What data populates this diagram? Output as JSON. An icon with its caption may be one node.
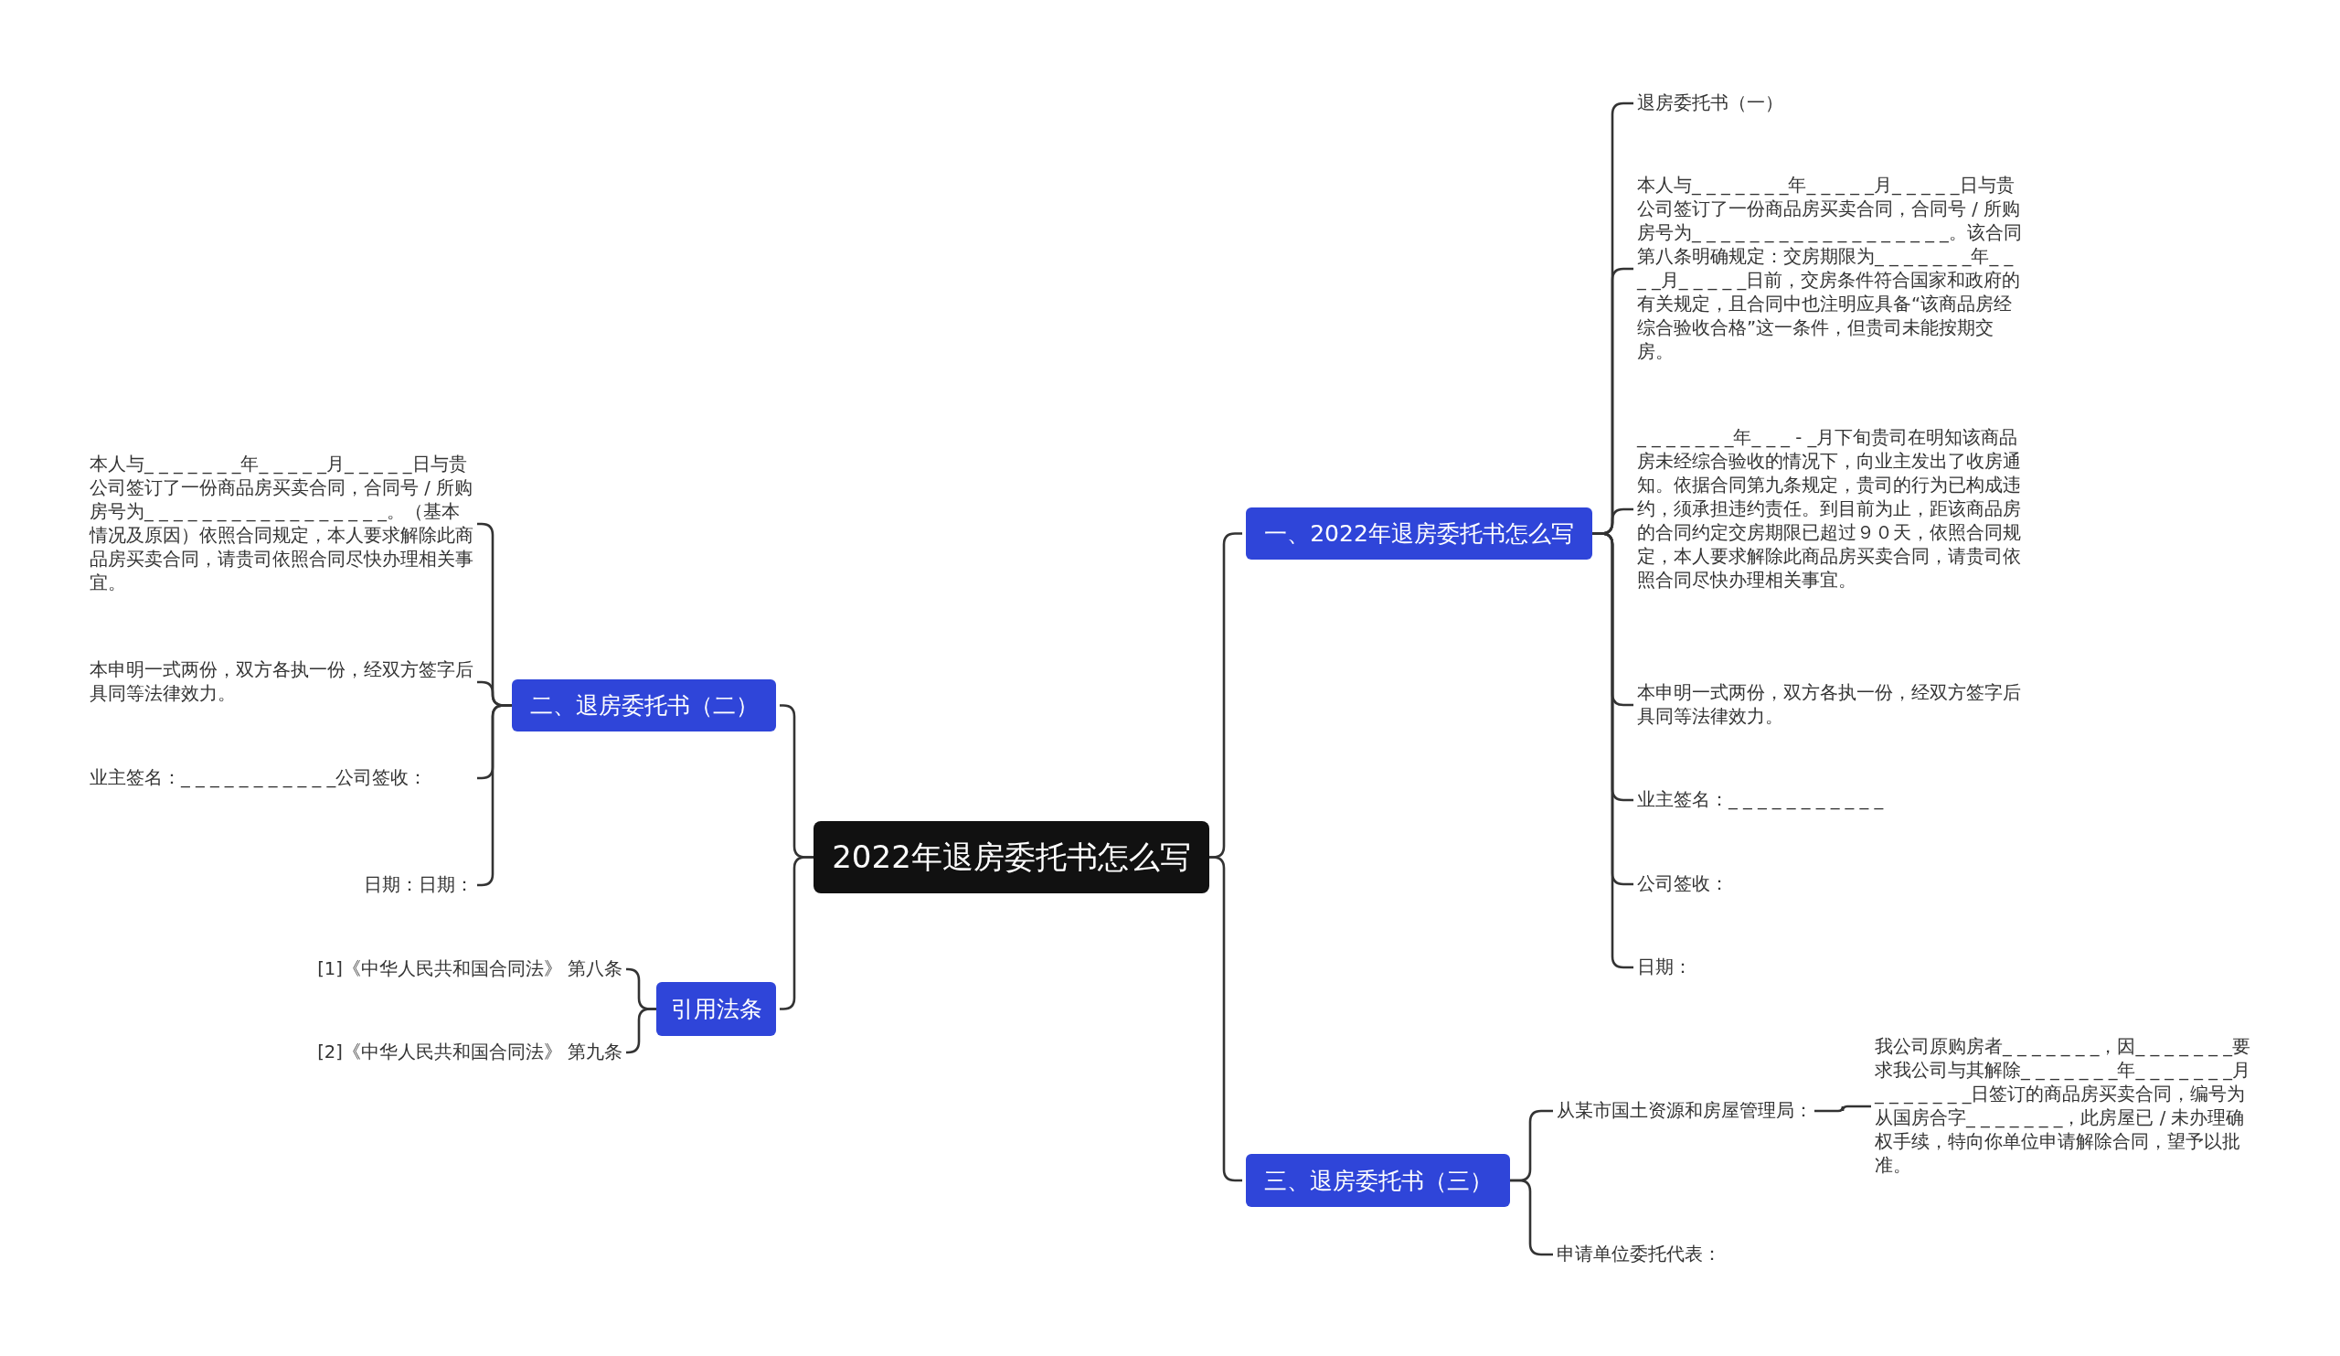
{
  "diagram": {
    "nodes": [
      {
        "text": [
          "2022年退房委托书怎么写"
        ]
      },
      {
        "text": [
          "一、2022年退房委托书怎么写"
        ]
      },
      {
        "text": [
          "退房委托书（一）"
        ]
      },
      {
        "text": [
          "本人与_ _ _ _ _ _ _年_ _ _ _ _月_ _ _ _ _日与贵公司签订了一份商品房买卖合同，合同号 / 所购房号为_ _ _ _ _ _ _ _ _ _ _ _ _ _ _ _ _ _。该合同第八条明确规定：交房期限为_ _ _ _ _ _ _年_ _ _ _月_ _ _ _ _日前，交房条件符合国家和政府的有关规定，且合同中也注明应具备“该商品房经综合验收合格”这一条件，但贵司未能按期交房。"
        ]
      },
      {
        "text": [
          "_ _ _ _ _ _ _年_ _ _ - _月下旬贵司在明知该商品房未经综合验收的情况下，向业主发出了收房通知。依据合同第九条规定，贵司的行为已构成违约，须承担违约责任。到目前为止，距该商品房的合同约定交房期限已超过９０天，依照合同规定，本人要求解除此商品房买卖合同，请贵司依照合同尽快办理相关事宜。"
        ]
      },
      {
        "text": [
          "本申明一式两份，双方各执一份，经双方签字后具同等法律效力。"
        ]
      },
      {
        "text": [
          "业主签名：_ _ _ _ _ _ _ _ _ _ _"
        ]
      },
      {
        "text": [
          "公司签收："
        ]
      },
      {
        "text": [
          "日期："
        ]
      },
      {
        "text": [
          "三、退房委托书（三）"
        ]
      },
      {
        "text": [
          "从某市国土资源和房屋管理局："
        ]
      },
      {
        "text": [
          "我公司原购房者_ _ _ _ _ _ _，因_ _ _ _ _ _ _要求我公司与其解除_ _ _ _ _ _ _年_ _ _ _ _ _ _月_ _ _ _ _ _ _日签订的商品房买卖合同，编号为从国房合字_ _ _ _ _ _ _，此房屋已 / 未办理确权手续，特向你单位申请解除合同，望予以批准。"
        ]
      },
      {
        "text": [
          "申请单位委托代表："
        ]
      },
      {
        "text": [
          "二、退房委托书（二）"
        ]
      },
      {
        "text": [
          "本人与_ _ _ _ _ _ _年_ _ _ _ _月_ _ _ _ _日与贵公司签订了一份商品房买卖合同，合同号 / 所购房号为_ _ _ _ _ _ _ _ _ _ _ _ _ _ _ _ _。（基本情况及原因）依照合同规定，本人要求解除此商品房买卖合同，请贵司依照合同尽快办理相关事宜。"
        ]
      },
      {
        "text": [
          "本申明一式两份，双方各执一份，经双方签字后具同等法律效力。"
        ]
      },
      {
        "text": [
          "业主签名：_ _ _ _ _ _ _ _ _ _ _公司签收："
        ]
      },
      {
        "text": [
          "日期：日期："
        ]
      },
      {
        "text": [
          "引用法条"
        ]
      },
      {
        "text": [
          "[1]《中华人民共和国合同法》 第八条"
        ]
      },
      {
        "text": [
          "[2]《中华人民共和国合同法》 第九条"
        ]
      }
    ],
    "edges": [
      {
        "from": 0,
        "to": 1,
        "arrow": "none"
      },
      {
        "from": 1,
        "to": 2,
        "arrow": "none"
      },
      {
        "from": 1,
        "to": 3,
        "arrow": "none"
      },
      {
        "from": 1,
        "to": 4,
        "arrow": "none"
      },
      {
        "from": 1,
        "to": 5,
        "arrow": "none"
      },
      {
        "from": 1,
        "to": 6,
        "arrow": "none"
      },
      {
        "from": 1,
        "to": 7,
        "arrow": "none"
      },
      {
        "from": 1,
        "to": 8,
        "arrow": "none"
      },
      {
        "from": 0,
        "to": 9,
        "arrow": "none"
      },
      {
        "from": 9,
        "to": 10,
        "arrow": "none"
      },
      {
        "from": 10,
        "to": 11,
        "arrow": "none"
      },
      {
        "from": 9,
        "to": 12,
        "arrow": "none"
      },
      {
        "from": 0,
        "to": 13,
        "arrow": "none"
      },
      {
        "from": 13,
        "to": 14,
        "arrow": "none"
      },
      {
        "from": 13,
        "to": 15,
        "arrow": "none"
      },
      {
        "from": 13,
        "to": 16,
        "arrow": "none"
      },
      {
        "from": 13,
        "to": 17,
        "arrow": "none"
      },
      {
        "from": 0,
        "to": 18,
        "arrow": "none"
      },
      {
        "from": 18,
        "to": 19,
        "arrow": "none"
      },
      {
        "from": 18,
        "to": 20,
        "arrow": "none"
      }
    ]
  }
}
